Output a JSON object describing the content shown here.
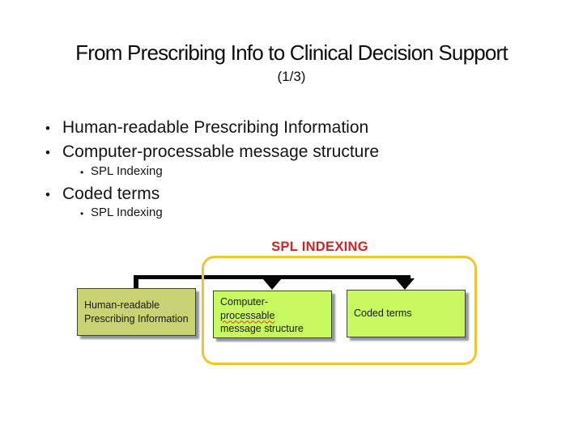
{
  "slide": {
    "title": "From Prescribing Info to Clinical Decision Support",
    "subtitle": "(1/3)",
    "bullets": [
      {
        "level": 1,
        "text": "Human-readable Prescribing Information"
      },
      {
        "level": 1,
        "text": "Computer-processable message structure"
      },
      {
        "level": 2,
        "text": "SPL Indexing"
      },
      {
        "level": 1,
        "text": "Coded terms"
      },
      {
        "level": 2,
        "text": "SPL Indexing"
      }
    ],
    "bullet_marker": "•"
  },
  "diagram": {
    "label": "SPL INDEXING",
    "label_color": "#cf2424",
    "group_border_color": "#eec433",
    "connector_color": "#060606",
    "boxes": [
      {
        "id": "human-readable",
        "fill": "#c9d373",
        "lines": [
          "Human-readable",
          "Prescribing Information"
        ]
      },
      {
        "id": "computer-processable",
        "fill": "#c8f860",
        "lines": [
          "Computer-",
          "processable",
          "message structure"
        ],
        "misspelled_word": "processable"
      },
      {
        "id": "coded-terms",
        "fill": "#c8f860",
        "lines": [
          "Coded terms"
        ]
      }
    ]
  }
}
